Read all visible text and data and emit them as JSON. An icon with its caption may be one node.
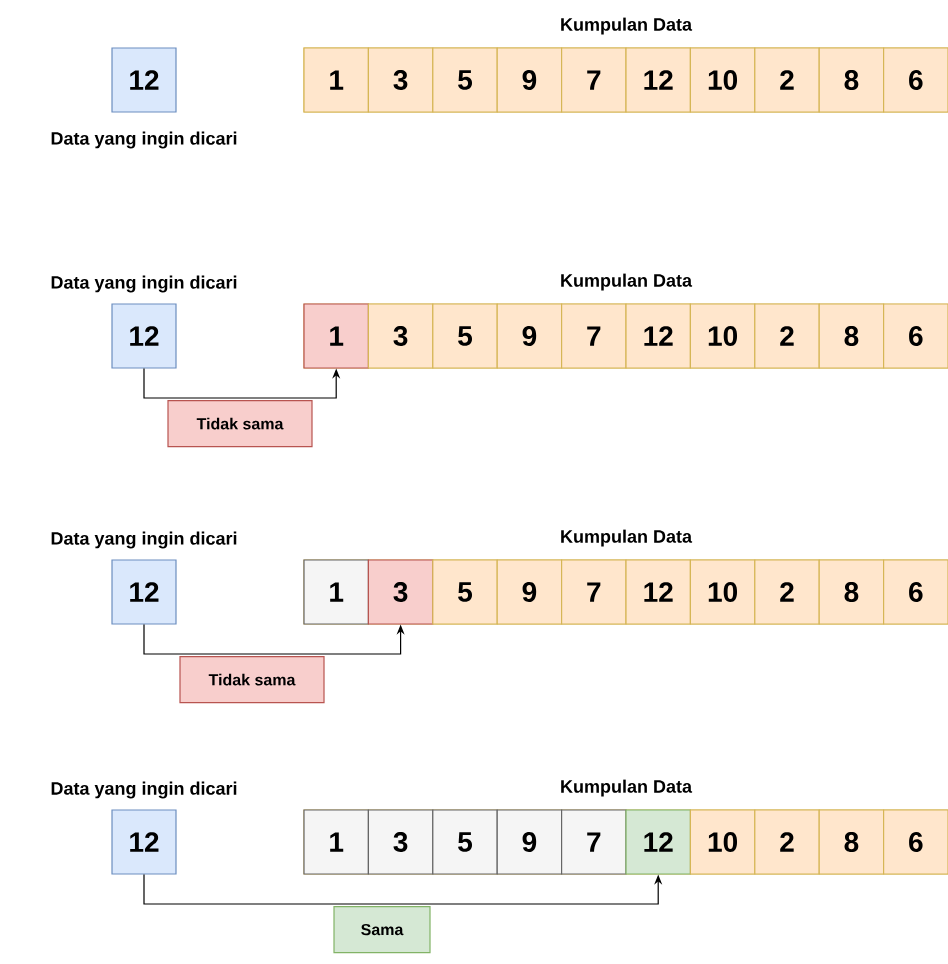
{
  "diagram": {
    "nodes": [
      {
        "text": [
          "12"
        ],
        "beside": [
          "Data yang ingin dicari"
        ]
      },
      {
        "text": [
          "Kumpulan Data"
        ]
      },
      {
        "text": [
          "1"
        ],
        "in": 1
      },
      {
        "text": [
          "3"
        ],
        "in": 1
      },
      {
        "text": [
          "5"
        ],
        "in": 1
      },
      {
        "text": [
          "9"
        ],
        "in": 1
      },
      {
        "text": [
          "7"
        ],
        "in": 1
      },
      {
        "text": [
          "12"
        ],
        "in": 1
      },
      {
        "text": [
          "10"
        ],
        "in": 1
      },
      {
        "text": [
          "2"
        ],
        "in": 1
      },
      {
        "text": [
          "8"
        ],
        "in": 1
      },
      {
        "text": [
          "6"
        ],
        "in": 1
      },
      {
        "text": [
          "12"
        ],
        "beside": [
          "Data yang ingin dicari"
        ]
      },
      {
        "text": [
          "Kumpulan Data"
        ]
      },
      {
        "text": [
          "1"
        ],
        "in": 13
      },
      {
        "text": [
          "3"
        ],
        "in": 13
      },
      {
        "text": [
          "5"
        ],
        "in": 13
      },
      {
        "text": [
          "9"
        ],
        "in": 13
      },
      {
        "text": [
          "7"
        ],
        "in": 13
      },
      {
        "text": [
          "12"
        ],
        "in": 13
      },
      {
        "text": [
          "10"
        ],
        "in": 13
      },
      {
        "text": [
          "2"
        ],
        "in": 13
      },
      {
        "text": [
          "8"
        ],
        "in": 13
      },
      {
        "text": [
          "6"
        ],
        "in": 13
      },
      {
        "text": [
          "12"
        ],
        "beside": [
          "Data yang ingin dicari"
        ]
      },
      {
        "text": [
          "Kumpulan Data"
        ]
      },
      {
        "text": [
          "1"
        ],
        "in": 25
      },
      {
        "text": [
          "3"
        ],
        "in": 25
      },
      {
        "text": [
          "5"
        ],
        "in": 25
      },
      {
        "text": [
          "9"
        ],
        "in": 25
      },
      {
        "text": [
          "7"
        ],
        "in": 25
      },
      {
        "text": [
          "12"
        ],
        "in": 25
      },
      {
        "text": [
          "10"
        ],
        "in": 25
      },
      {
        "text": [
          "2"
        ],
        "in": 25
      },
      {
        "text": [
          "8"
        ],
        "in": 25
      },
      {
        "text": [
          "6"
        ],
        "in": 25
      },
      {
        "text": [
          "12"
        ],
        "beside": [
          "Data yang ingin dicari"
        ]
      },
      {
        "text": [
          "Kumpulan Data"
        ]
      },
      {
        "text": [
          "1"
        ],
        "in": 37
      },
      {
        "text": [
          "3"
        ],
        "in": 37
      },
      {
        "text": [
          "5"
        ],
        "in": 37
      },
      {
        "text": [
          "9"
        ],
        "in": 37
      },
      {
        "text": [
          "7"
        ],
        "in": 37
      },
      {
        "text": [
          "12"
        ],
        "in": 37
      },
      {
        "text": [
          "10"
        ],
        "in": 37
      },
      {
        "text": [
          "2"
        ],
        "in": 37
      },
      {
        "text": [
          "8"
        ],
        "in": 37
      },
      {
        "text": [
          "6"
        ],
        "in": 37
      }
    ],
    "edges": [
      {
        "from": 12,
        "to": 14,
        "arrow": "to",
        "label": "Tidak sama"
      },
      {
        "from": 24,
        "to": 27,
        "arrow": "to",
        "label": "Tidak sama"
      },
      {
        "from": 36,
        "to": 43,
        "arrow": "to",
        "label": "Sama"
      }
    ]
  }
}
